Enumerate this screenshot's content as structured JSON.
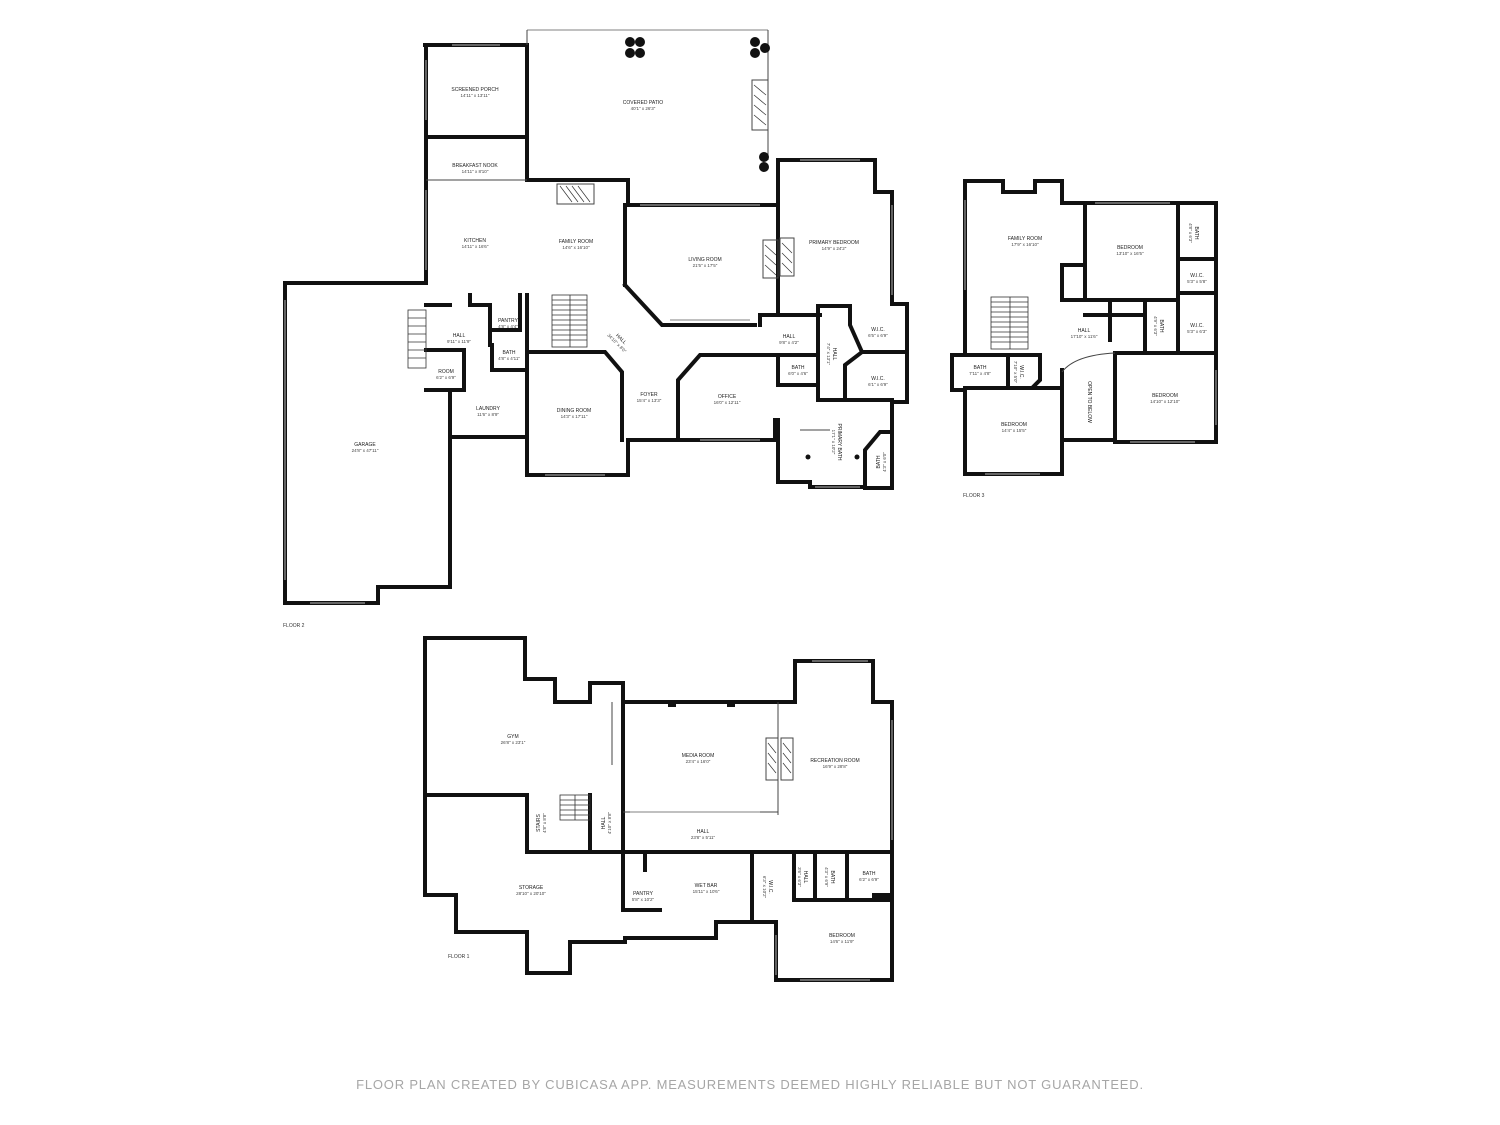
{
  "floors": [
    {
      "id": "floor2",
      "label": "FLOOR 2",
      "rooms": [
        {
          "name": "SCREENED PORCH",
          "dims": "14'11\" x 13'11\""
        },
        {
          "name": "COVERED PATIO",
          "dims": "40'1\" x 26'3\""
        },
        {
          "name": "BREAKFAST NOOK",
          "dims": "14'11\" x 8'10\""
        },
        {
          "name": "KITCHEN",
          "dims": "14'11\" x 16'6\""
        },
        {
          "name": "FAMILY ROOM",
          "dims": "14'6\" x 16'10\""
        },
        {
          "name": "LIVING ROOM",
          "dims": "21'5\" x 17'5\""
        },
        {
          "name": "PRIMARY BEDROOM",
          "dims": "14'9\" x 24'2\""
        },
        {
          "name": "PANTRY",
          "dims": "4'8\" x 4'4\""
        },
        {
          "name": "HALL",
          "dims": "9'11\" x 11'9\""
        },
        {
          "name": "BATH",
          "dims": "4'8\" x 4'11\""
        },
        {
          "name": "ROOM",
          "dims": "6'2\" x 6'9\""
        },
        {
          "name": "LAUNDRY",
          "dims": "11'6\" x 8'9\""
        },
        {
          "name": "GARAGE",
          "dims": "24'8\" x 47'11\""
        },
        {
          "name": "HALL",
          "dims": "34'10\" x 8'0\""
        },
        {
          "name": "FOYER",
          "dims": "15'4\" x 13'3\""
        },
        {
          "name": "DINING ROOM",
          "dims": "14'3\" x 17'11\""
        },
        {
          "name": "OFFICE",
          "dims": "16'0\" x 12'11\""
        },
        {
          "name": "HALL",
          "dims": "9'8\" x 4'2\""
        },
        {
          "name": "BATH",
          "dims": "6'0\" x 4'6\""
        },
        {
          "name": "HALL",
          "dims": "7'4\" x 13'1\""
        },
        {
          "name": "W.I.C.",
          "dims": "6'5\" x 6'9\""
        },
        {
          "name": "W.I.C.",
          "dims": "6'1\" x 6'9\""
        },
        {
          "name": "PRIMARY BATH",
          "dims": "17'1\" x 10'2\""
        },
        {
          "name": "BATH",
          "dims": "4'3\" x 6'0\""
        }
      ]
    },
    {
      "id": "floor3",
      "label": "FLOOR 3",
      "rooms": [
        {
          "name": "FAMILY ROOM",
          "dims": "17'9\" x 16'10\""
        },
        {
          "name": "BEDROOM",
          "dims": "13'10\" x 16'5\""
        },
        {
          "name": "BATH",
          "dims": "4'8\" x 6'3\""
        },
        {
          "name": "W.I.C.",
          "dims": "5'3\" x 5'8\""
        },
        {
          "name": "HALL",
          "dims": "17'10\" x 11'6\""
        },
        {
          "name": "BATH",
          "dims": "4'9\" x 6'3\""
        },
        {
          "name": "W.I.C.",
          "dims": "5'3\" x 6'3\""
        },
        {
          "name": "BATH",
          "dims": "7'11\" x 4'8\""
        },
        {
          "name": "W.I.C.",
          "dims": "7'10\" x 5'0\""
        },
        {
          "name": "OPEN TO BELOW",
          "dims": ""
        },
        {
          "name": "BEDROOM",
          "dims": "14'4\" x 15'5\""
        },
        {
          "name": "BEDROOM",
          "dims": "14'10\" x 12'10\""
        }
      ]
    },
    {
      "id": "floor1",
      "label": "FLOOR 1",
      "rooms": [
        {
          "name": "GYM",
          "dims": "26'8\" x 23'1\""
        },
        {
          "name": "MEDIA ROOM",
          "dims": "23'4\" x 16'0\""
        },
        {
          "name": "RECREATION ROOM",
          "dims": "16'9\" x 28'8\""
        },
        {
          "name": "STAIRS",
          "dims": "4'8\" x 8'8\""
        },
        {
          "name": "HALL",
          "dims": "4'10\" x 8'8\""
        },
        {
          "name": "HALL",
          "dims": "23'8\" x 5'11\""
        },
        {
          "name": "STORAGE",
          "dims": "28'10\" x 20'10\""
        },
        {
          "name": "PANTRY",
          "dims": "5'8\" x 10'2\""
        },
        {
          "name": "WET BAR",
          "dims": "15'11\" x 10'6\""
        },
        {
          "name": "W.I.C.",
          "dims": "6'3\" x 10'2\""
        },
        {
          "name": "HALL",
          "dims": "3'6\" x 6'3\""
        },
        {
          "name": "BATH",
          "dims": "4'3\" x 6'9\""
        },
        {
          "name": "BATH",
          "dims": "6'2\" x 6'9\""
        },
        {
          "name": "BEDROOM",
          "dims": "14'6\" x 11'9\""
        }
      ]
    }
  ],
  "disclaimer": "FLOOR PLAN CREATED BY CUBICASA APP. MEASUREMENTS DEEMED HIGHLY RELIABLE BUT NOT GUARANTEED."
}
